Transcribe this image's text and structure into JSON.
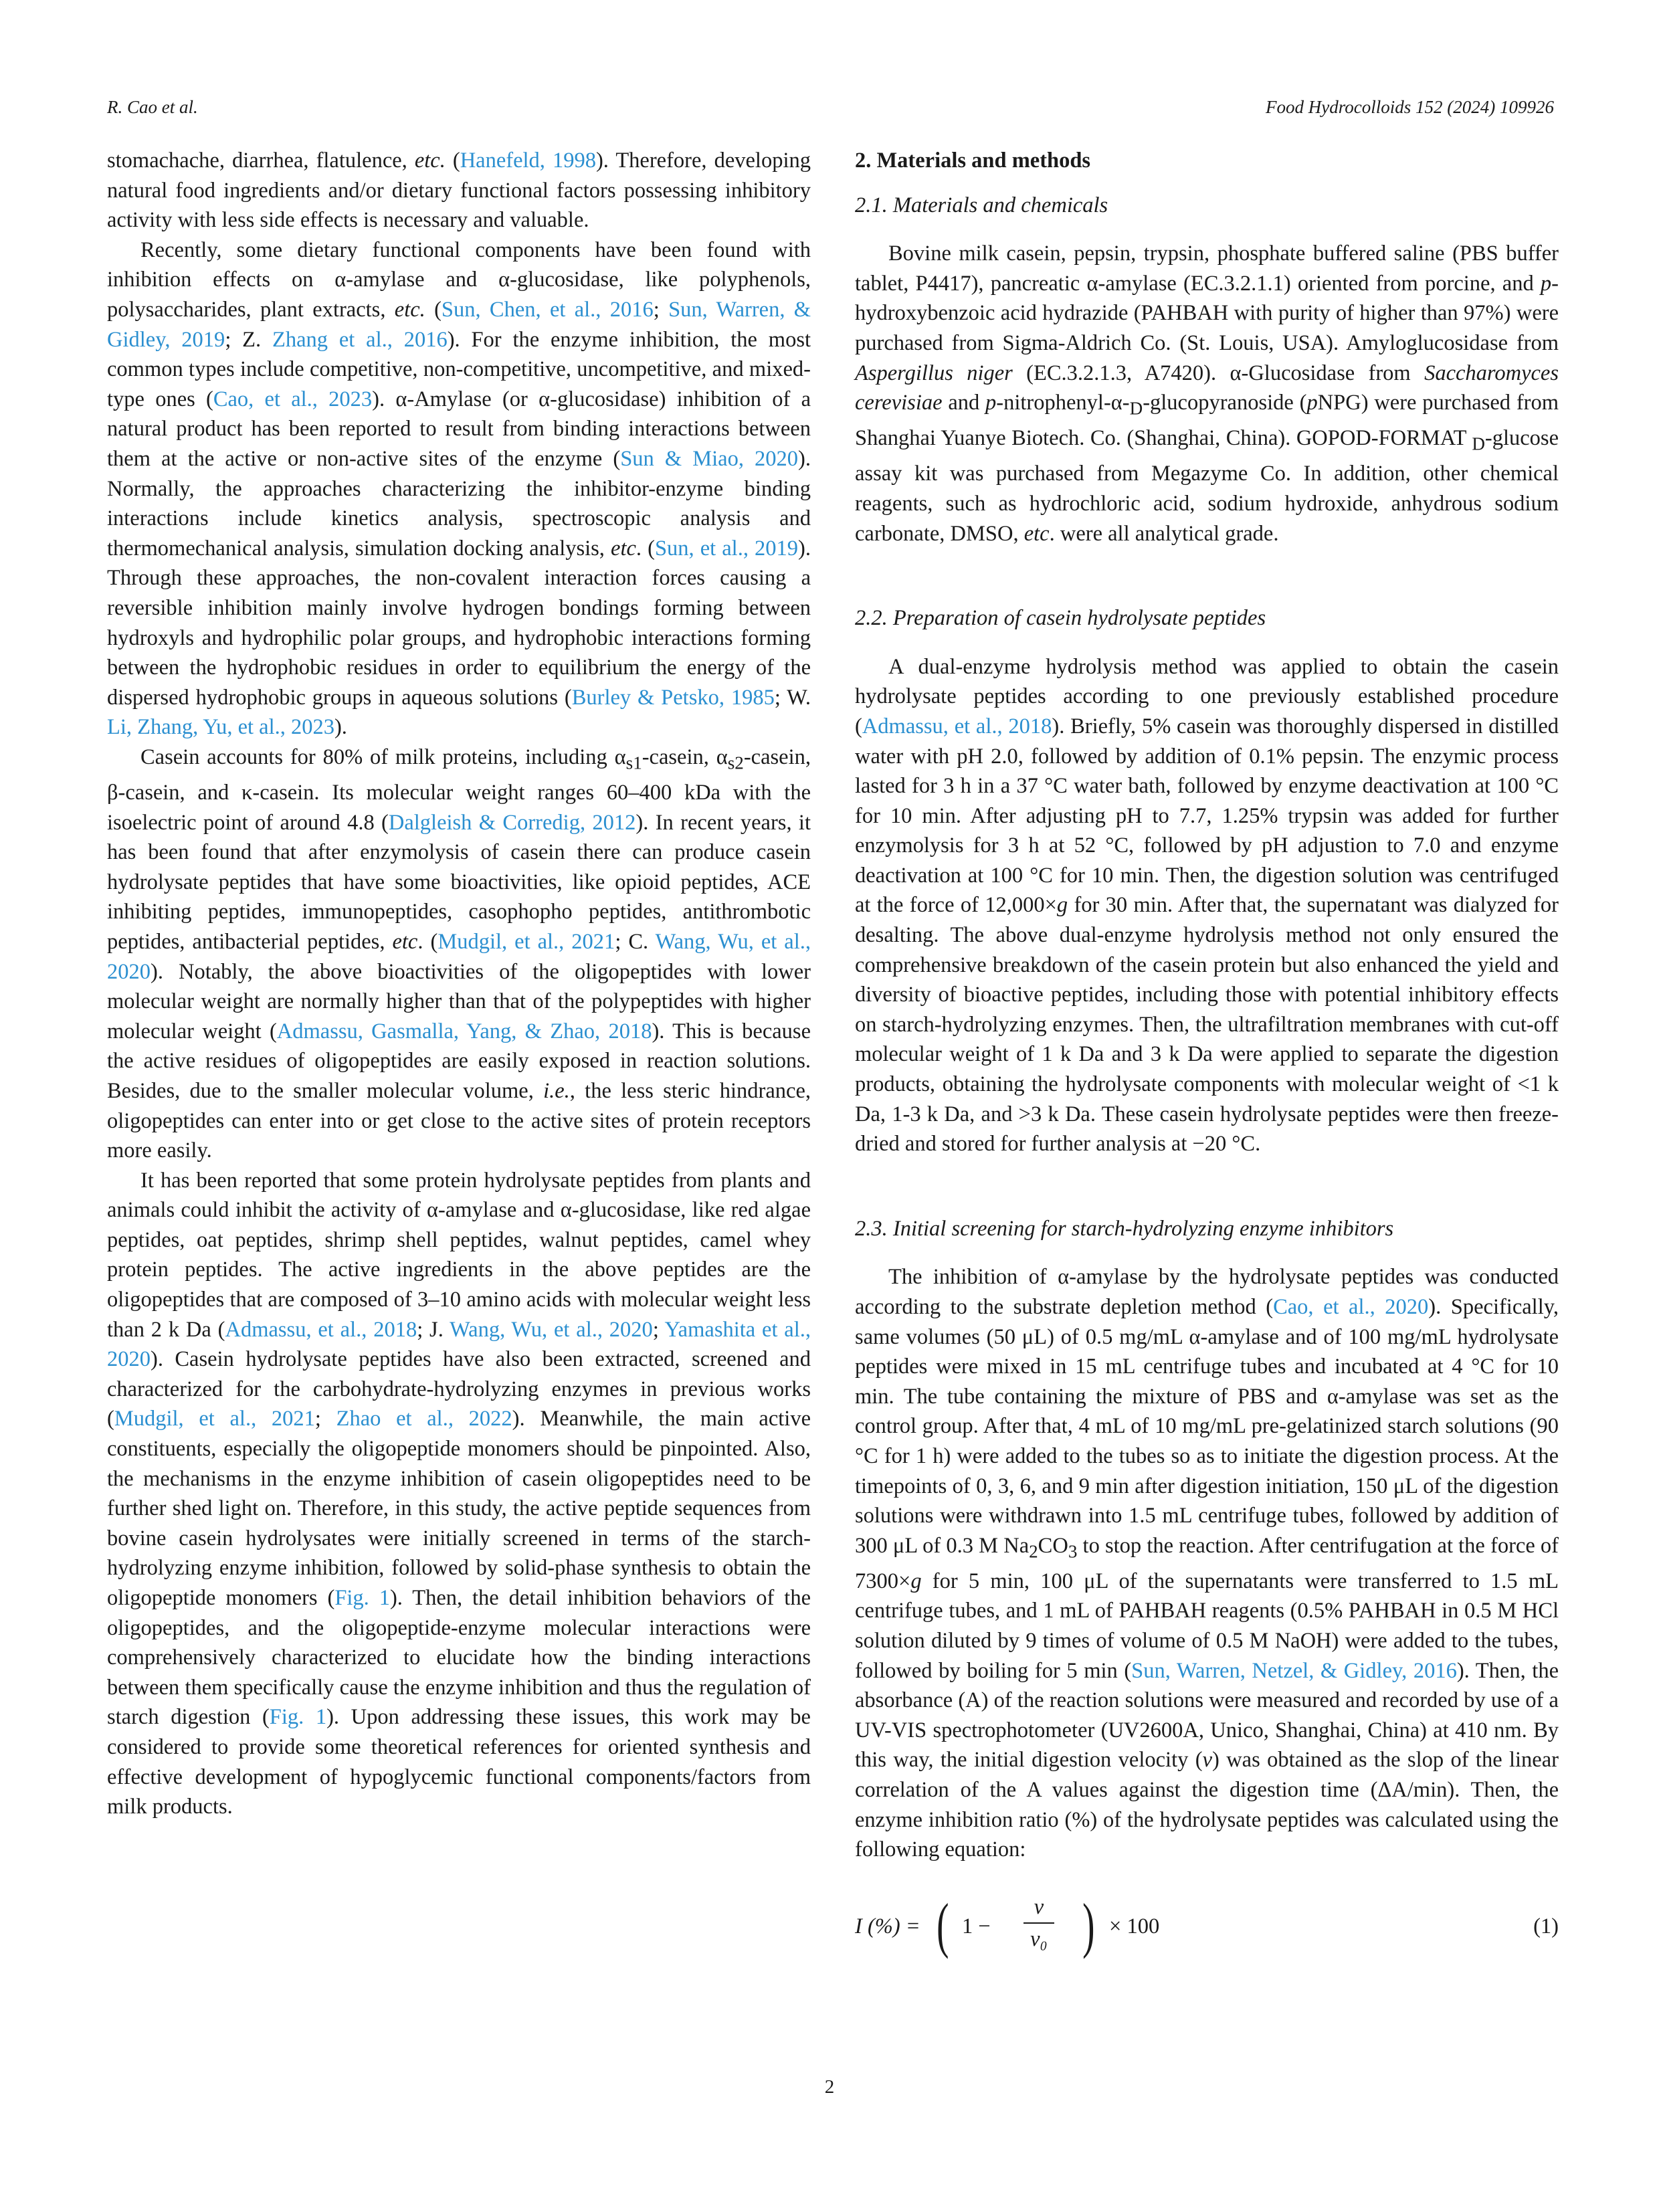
{
  "header": {
    "authors": "R. Cao et al.",
    "journal": "Food Hydrocolloids 152 (2024) 109926"
  },
  "left_column": {
    "paragraphs": [
      [
        {
          "t": "stomachache, diarrhea, flatulence, "
        },
        {
          "t": "etc.",
          "i": 1
        },
        {
          "t": " ("
        },
        {
          "t": "Hanefeld, 1998",
          "r": 1
        },
        {
          "t": "). Therefore, developing natural food ingredients and/or dietary functional factors possessing inhibitory activity with less side effects is necessary and valuable."
        }
      ],
      [
        {
          "t": "Recently, some dietary functional components have been found with inhibition effects on α-amylase and α-glucosidase, like polyphenols, polysaccharides, plant extracts, "
        },
        {
          "t": "etc.",
          "i": 1
        },
        {
          "t": " ("
        },
        {
          "t": "Sun, Chen, et al., 2016",
          "r": 1
        },
        {
          "t": "; "
        },
        {
          "t": "Sun, Warren, & Gidley, 2019",
          "r": 1
        },
        {
          "t": "; Z. "
        },
        {
          "t": "Zhang et al., 2016",
          "r": 1
        },
        {
          "t": "). For the enzyme inhibition, the most common types include competitive, non-competitive, uncompetitive, and mixed-type ones ("
        },
        {
          "t": "Cao, et al., 2023",
          "r": 1
        },
        {
          "t": "). α-Amylase (or α-glucosidase) inhibition of a natural product has been reported to result from binding interactions between them at the active or non-active sites of the enzyme ("
        },
        {
          "t": "Sun & Miao, 2020",
          "r": 1
        },
        {
          "t": "). Normally, the approaches characterizing the inhibitor-enzyme binding interactions include kinetics analysis, spectroscopic analysis and thermomechanical analysis, simulation docking analysis, "
        },
        {
          "t": "etc",
          "i": 1
        },
        {
          "t": ". ("
        },
        {
          "t": "Sun, et al., 2019",
          "r": 1
        },
        {
          "t": "). Through these approaches, the non-covalent interaction forces causing a reversible inhibition mainly involve hydrogen bondings forming between hydroxyls and hydrophilic polar groups, and hydrophobic interactions forming between the hydrophobic residues in order to equilibrium the energy of the dispersed hydrophobic groups in aqueous solutions ("
        },
        {
          "t": "Burley & Petsko, 1985",
          "r": 1
        },
        {
          "t": "; W. "
        },
        {
          "t": "Li, Zhang, Yu, et al., 2023",
          "r": 1
        },
        {
          "t": ")."
        }
      ],
      [
        {
          "t": "Casein accounts for 80% of milk proteins, including α"
        },
        {
          "t": "s1",
          "sub": 1
        },
        {
          "t": "-casein, α"
        },
        {
          "t": "s2",
          "sub": 1
        },
        {
          "t": "-casein, β-casein, and κ-casein. Its molecular weight ranges 60–400 kDa with the isoelectric point of around 4.8 ("
        },
        {
          "t": "Dalgleish & Corredig, 2012",
          "r": 1
        },
        {
          "t": "). In recent years, it has been found that after enzymolysis of casein there can produce casein hydrolysate peptides that have some bioactivities, like opioid peptides, ACE inhibiting peptides, immunopeptides, casophopho peptides, antithrombotic peptides, antibacterial peptides, "
        },
        {
          "t": "etc",
          "i": 1
        },
        {
          "t": ". ("
        },
        {
          "t": "Mudgil, et al., 2021",
          "r": 1
        },
        {
          "t": "; C. "
        },
        {
          "t": "Wang, Wu, et al., 2020",
          "r": 1
        },
        {
          "t": "). Notably, the above bioactivities of the oligopeptides with lower molecular weight are normally higher than that of the polypeptides with higher molecular weight ("
        },
        {
          "t": "Admassu, Gasmalla, Yang, & Zhao, 2018",
          "r": 1
        },
        {
          "t": "). This is because the active residues of oligopeptides are easily exposed in reaction solutions. Besides, due to the smaller molecular volume, "
        },
        {
          "t": "i.e.",
          "i": 1
        },
        {
          "t": ", the less steric hindrance, oligopeptides can enter into or get close to the active sites of protein receptors more easily."
        }
      ],
      [
        {
          "t": "It has been reported that some protein hydrolysate peptides from plants and animals could inhibit the activity of α-amylase and α-glucosidase, like red algae peptides, oat peptides, shrimp shell peptides, walnut peptides, camel whey protein peptides. The active ingredients in the above peptides are the oligopeptides that are composed of 3–10 amino acids with molecular weight less than 2 k Da ("
        },
        {
          "t": "Admassu, et al., 2018",
          "r": 1
        },
        {
          "t": "; J. "
        },
        {
          "t": "Wang, Wu, et al., 2020",
          "r": 1
        },
        {
          "t": "; "
        },
        {
          "t": "Yamashita et al., 2020",
          "r": 1
        },
        {
          "t": "). Casein hydrolysate peptides have also been extracted, screened and characterized for the carbohydrate-hydrolyzing enzymes in previous works ("
        },
        {
          "t": "Mudgil, et al., 2021",
          "r": 1
        },
        {
          "t": "; "
        },
        {
          "t": "Zhao et al., 2022",
          "r": 1
        },
        {
          "t": "). Meanwhile, the main active constituents, especially the oligopeptide monomers should be pinpointed. Also, the mechanisms in the enzyme inhibition of casein oligopeptides need to be further shed light on. Therefore, in this study, the active peptide sequences from bovine casein hydrolysates were initially screened in terms of the starch-hydrolyzing enzyme inhibition, followed by solid-phase synthesis to obtain the oligopeptide monomers ("
        },
        {
          "t": "Fig. 1",
          "r": 1
        },
        {
          "t": "). Then, the detail inhibition behaviors of the oligopeptides, and the oligopeptide-enzyme molecular interactions were comprehensively characterized to elucidate how the binding interactions between them specifically cause the enzyme inhibition and thus the regulation of starch digestion ("
        },
        {
          "t": "Fig. 1",
          "r": 1
        },
        {
          "t": "). Upon addressing these issues, this work may be considered to provide some theoretical references for oriented synthesis and effective development of hypoglycemic functional components/factors from milk products."
        }
      ]
    ]
  },
  "right_column": {
    "section_title": "2.  Materials and methods",
    "sub1_title": "2.1.  Materials and chemicals",
    "sub1_para": [
      {
        "t": "Bovine milk casein, pepsin, trypsin, phosphate buffered saline (PBS buffer tablet, P4417), pancreatic α-amylase (EC.3.2.1.1) oriented from porcine, and "
      },
      {
        "t": "p",
        "i": 1
      },
      {
        "t": "-hydroxybenzoic acid hydrazide (PAHBAH with purity of higher than 97%) were purchased from Sigma-Aldrich Co. (St. Louis, USA). Amyloglucosidase from "
      },
      {
        "t": "Aspergillus niger",
        "i": 1
      },
      {
        "t": " (EC.3.2.1.3, A7420). α-Glucosidase from "
      },
      {
        "t": "Saccharomyces cerevisiae",
        "i": 1
      },
      {
        "t": " and "
      },
      {
        "t": "p",
        "i": 1
      },
      {
        "t": "-nitrophenyl-α-"
      },
      {
        "t": "D",
        "sub": 1
      },
      {
        "t": "-glucopyranoside ("
      },
      {
        "t": "p",
        "i": 1
      },
      {
        "t": "NPG) were purchased from Shanghai Yuanye Biotech. Co. (Shanghai, China). GOPOD-FORMAT "
      },
      {
        "t": "D",
        "sub": 1
      },
      {
        "t": "-glucose assay kit was purchased from Megazyme Co. In addition, other chemical reagents, such as hydrochloric acid, sodium hydroxide, anhydrous sodium carbonate, DMSO, "
      },
      {
        "t": "etc",
        "i": 1
      },
      {
        "t": ". were all analytical grade."
      }
    ],
    "sub2_title": "2.2.  Preparation of casein hydrolysate peptides",
    "sub2_para": [
      {
        "t": "A dual-enzyme hydrolysis method was applied to obtain the casein hydrolysate peptides according to one previously established procedure ("
      },
      {
        "t": "Admassu, et al., 2018",
        "r": 1
      },
      {
        "t": "). Briefly, 5% casein was thoroughly dispersed in distilled water with pH 2.0, followed by addition of 0.1% pepsin. The enzymic process lasted for 3 h in a 37 °C water bath, followed by enzyme deactivation at 100 °C for 10 min. After adjusting pH to 7.7, 1.25% trypsin was added for further enzymolysis for 3 h at 52 °C, followed by pH adjustion to 7.0 and enzyme deactivation at 100 °C for 10 min. Then, the digestion solution was centrifuged at the force of 12,000×"
      },
      {
        "t": "g",
        "i": 1
      },
      {
        "t": " for 30 min. After that, the supernatant was dialyzed for desalting. The above dual-enzyme hydrolysis method not only ensured the comprehensive breakdown of the casein protein but also enhanced the yield and diversity of bioactive peptides, including those with potential inhibitory effects on starch-hydrolyzing enzymes. Then, the ultrafiltration membranes with cut-off molecular weight of 1 k Da and 3 k Da were applied to separate the digestion products, obtaining the hydrolysate components with molecular weight of <1 k Da, 1-3 k Da, and >3 k Da. These casein hydrolysate peptides were then freeze-dried and stored for further analysis at −20 °C."
      }
    ],
    "sub3_title": "2.3.  Initial screening for starch-hydrolyzing enzyme inhibitors",
    "sub3_para": [
      {
        "t": "The inhibition of α-amylase by the hydrolysate peptides was conducted according to the substrate depletion method ("
      },
      {
        "t": "Cao, et al., 2020",
        "r": 1
      },
      {
        "t": "). Specifically, same volumes (50 μL) of 0.5 mg/mL α-amylase and of 100 mg/mL hydrolysate peptides were mixed in 15 mL centrifuge tubes and incubated at 4 °C for 10 min. The tube containing the mixture of PBS and α-amylase was set as the control group. After that, 4 mL of 10 mg/mL pre-gelatinized starch solutions (90 °C for 1 h) were added to the tubes so as to initiate the digestion process. At the timepoints of 0, 3, 6, and 9 min after digestion initiation, 150 μL of the digestion solutions were withdrawn into 1.5 mL centrifuge tubes, followed by addition of 300 μL of 0.3 M Na"
      },
      {
        "t": "2",
        "sub": 1
      },
      {
        "t": "CO"
      },
      {
        "t": "3",
        "sub": 1
      },
      {
        "t": " to stop the reaction. After centrifugation at the force of 7300×"
      },
      {
        "t": "g",
        "i": 1
      },
      {
        "t": " for 5 min, 100 μL of the supernatants were transferred to 1.5 mL centrifuge tubes, and 1 mL of PAHBAH reagents (0.5% PAHBAH in 0.5 M HCl solution diluted by 9 times of volume of 0.5 M NaOH) were added to the tubes, followed by boiling for 5 min ("
      },
      {
        "t": "Sun, Warren, Netzel, & Gidley, 2016",
        "r": 1
      },
      {
        "t": "). Then, the absorbance (A) of the reaction solutions were measured and recorded by use of a UV-VIS spectrophotometer (UV2600A, Unico, Shanghai, China) at 410 nm. By this way, the initial digestion velocity ("
      },
      {
        "t": "v",
        "i": 1
      },
      {
        "t": ") was obtained as the slop of the linear correlation of the A values against the digestion time (ΔA/min). Then, the enzyme inhibition ratio (%) of the hydrolysate peptides was calculated using the following equation:"
      }
    ],
    "equation": {
      "lhs": "I (%) =",
      "one_minus": "1 −",
      "numerator": "v",
      "denominator": "v₀",
      "times": "× 100",
      "number": "(1)"
    }
  },
  "page_number": "2"
}
